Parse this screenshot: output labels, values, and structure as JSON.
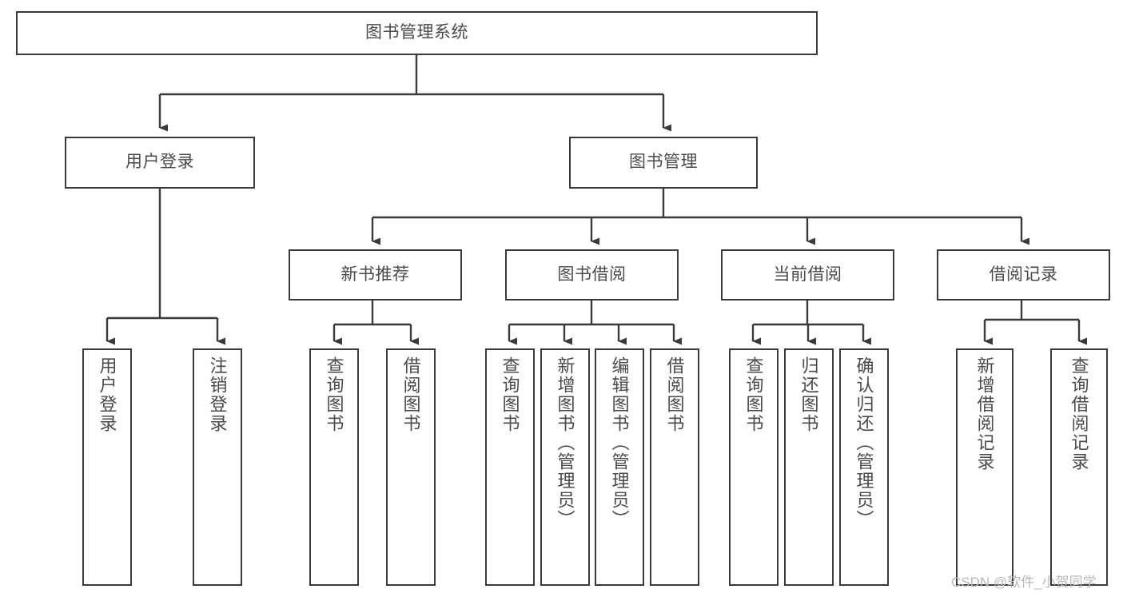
{
  "diagram": {
    "title": "图书管理系统",
    "watermark": "CSDN @软件_小贺同学",
    "stroke_color": "#3a3a3a",
    "text_color": "#4a4a4a",
    "background_color": "#ffffff",
    "nodes": {
      "root": {
        "label": "图书管理系统"
      },
      "level1": [
        {
          "label": "用户登录"
        },
        {
          "label": "图书管理"
        }
      ],
      "level2": [
        {
          "label": "新书推荐"
        },
        {
          "label": "图书借阅"
        },
        {
          "label": "当前借阅"
        },
        {
          "label": "借阅记录"
        }
      ],
      "leaves": {
        "user_login": [
          {
            "label": "用户登录"
          },
          {
            "label": "注销登录"
          }
        ],
        "new_book_recommend": [
          {
            "label": "查询图书"
          },
          {
            "label": "借阅图书"
          }
        ],
        "book_borrow": [
          {
            "label": "查询图书"
          },
          {
            "label": "新增图书（管理员）"
          },
          {
            "label": "编辑图书（管理员）"
          },
          {
            "label": "借阅图书"
          }
        ],
        "current_borrow": [
          {
            "label": "查询图书"
          },
          {
            "label": "归还图书"
          },
          {
            "label": "确认归还（管理员）"
          }
        ],
        "borrow_record": [
          {
            "label": "新增借阅记录"
          },
          {
            "label": "查询借阅记录"
          }
        ]
      }
    }
  }
}
